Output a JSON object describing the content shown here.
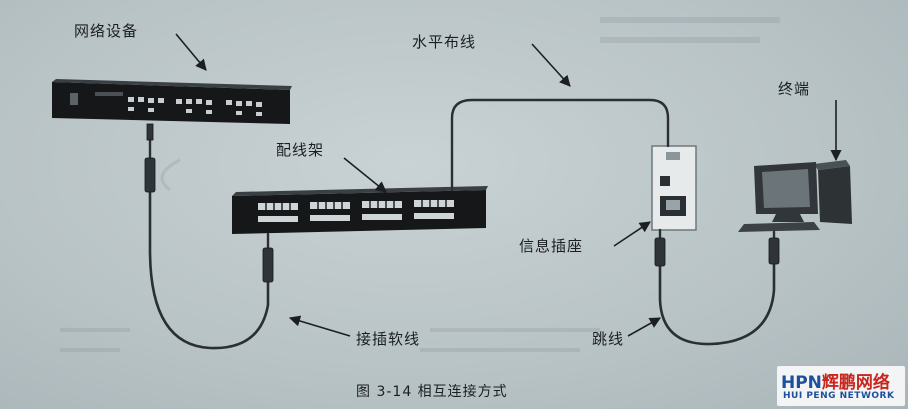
{
  "labels": {
    "network_device": "网络设备",
    "horizontal_cabling": "水平布线",
    "terminal": "终端",
    "patch_panel": "配线架",
    "info_outlet": "信息插座",
    "patch_cord": "接插软线",
    "jumper": "跳线"
  },
  "caption": "图 3-14  相互连接方式",
  "watermark": {
    "brand_en": "HPN",
    "brand_cn": "辉鹏网络",
    "subtitle": "HUI PENG NETWORK"
  },
  "colors": {
    "background": "#b9c4c7",
    "cable": "#2a2f33",
    "device_body": "#1a1c1e",
    "watermark_blue": "#1e4f9c",
    "watermark_red": "#c8261f"
  }
}
